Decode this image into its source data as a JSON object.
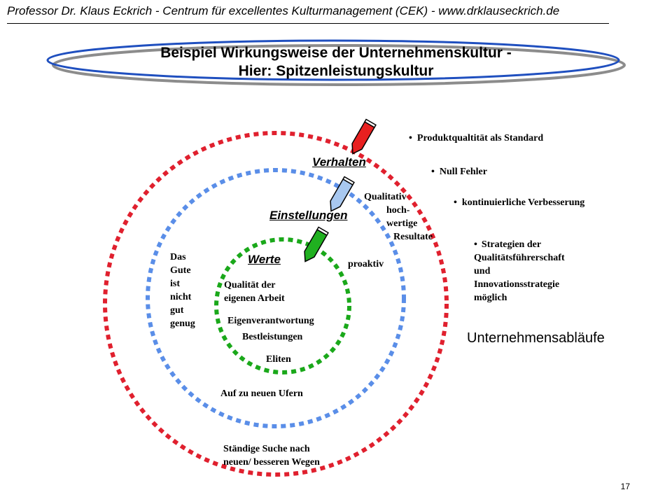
{
  "header": {
    "text": "Professor Dr. Klaus Eckrich - Centrum für excellentes Kulturmanagement (CEK) - www.drklauseckrich.de"
  },
  "title": {
    "line1": "Beispiel Wirkungsweise der Unternehmenskultur -",
    "line2": "Hier: Spitzenleistungskultur"
  },
  "circles": {
    "outer_label": "Verhalten",
    "middle_label": "Einstellungen",
    "inner_label": "Werte",
    "outer_color": "#e0202e",
    "middle_color": "#5a8ee8",
    "inner_color": "#1aa81a"
  },
  "arrows": {
    "red": "#e82020",
    "blue": "#a8c8f0",
    "green": "#20b020"
  },
  "left_text": [
    "Das",
    "Gute",
    "ist",
    "nicht",
    "gut",
    "genug"
  ],
  "inner_texts": {
    "qualitaet": [
      "Qualität der",
      "eigenen Arbeit"
    ],
    "eigenverantwortung": "Eigenverantwortung",
    "bestleistungen": "Bestleistungen",
    "eliten": "Eliten"
  },
  "middle_texts": {
    "auf_zu": "Auf zu neuen Ufern",
    "proaktiv": "proaktiv",
    "qualitativ": [
      "Qualitativ",
      "hoch-",
      "wertige",
      "Resultate"
    ]
  },
  "outer_texts": {
    "suche": [
      "Ständige Suche nach",
      "neuen/ besseren Wegen"
    ]
  },
  "bullets": [
    "Produktqualtität als Standard",
    "Null Fehler",
    "kontinuierliche  Verbesserung"
  ],
  "bullet_strategie": [
    "Strategien der",
    "Qualitätsführerschaft",
    "und",
    "Innovationsstrategie",
    "möglich"
  ],
  "unternehmensablaeufe": "Unternehmensabläufe",
  "page_number": "17"
}
